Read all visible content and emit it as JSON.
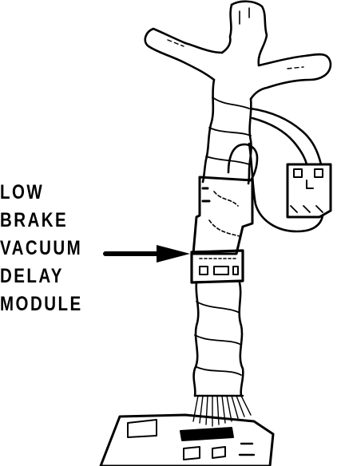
{
  "callout": {
    "lines": [
      "LOW",
      "BRAKE",
      "VACUUM",
      "DELAY",
      "MODULE"
    ]
  },
  "colors": {
    "ink": "#000000",
    "paper": "#ffffff"
  }
}
